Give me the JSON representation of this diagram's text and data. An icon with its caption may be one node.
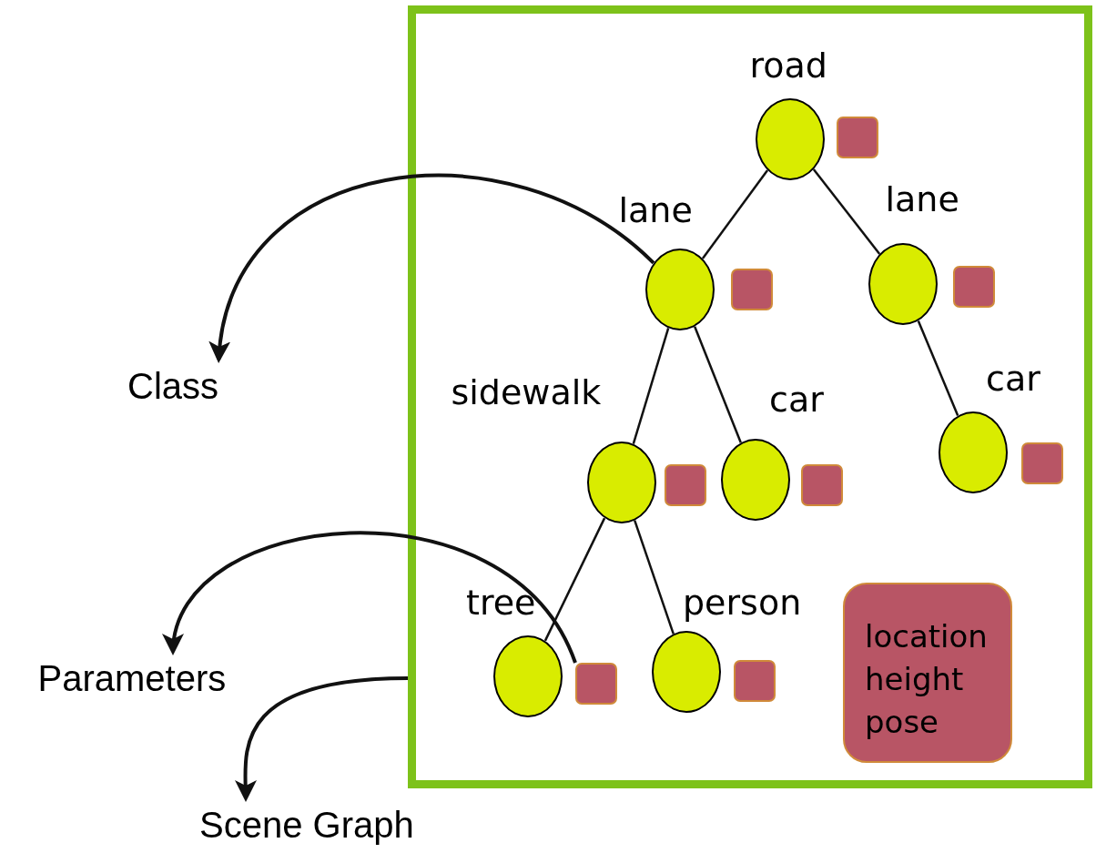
{
  "diagram": {
    "nodes": [
      {
        "text": [],
        "shape": "box"
      },
      {
        "text": [
          "road"
        ],
        "in": 0
      },
      {
        "text": [],
        "shape": "box",
        "in": 0
      },
      {
        "text": [
          "lane"
        ],
        "in": 0
      },
      {
        "text": [],
        "shape": "box",
        "in": 0
      },
      {
        "text": [
          "lane"
        ],
        "in": 0
      },
      {
        "text": [],
        "shape": "box",
        "in": 0
      },
      {
        "text": [
          "sidewalk"
        ],
        "in": 0
      },
      {
        "text": [],
        "shape": "box",
        "in": 0
      },
      {
        "text": [
          "car"
        ],
        "in": 0
      },
      {
        "text": [],
        "shape": "box",
        "in": 0
      },
      {
        "text": [
          "car"
        ],
        "in": 0
      },
      {
        "text": [],
        "shape": "box",
        "in": 0
      },
      {
        "text": [
          "tree"
        ],
        "in": 0
      },
      {
        "text": [],
        "shape": "box",
        "in": 0
      },
      {
        "text": [
          "person"
        ],
        "in": 0
      },
      {
        "text": [],
        "shape": "box",
        "in": 0
      },
      {
        "text": [
          "location height pose"
        ],
        "in": 0
      },
      {
        "text": [
          "Class"
        ]
      },
      {
        "text": [
          "Parameters"
        ]
      },
      {
        "text": [
          "Scene Graph"
        ]
      }
    ],
    "edges": [
      {
        "from": 1,
        "to": 3,
        "arrow": "none"
      },
      {
        "from": 1,
        "to": 5,
        "arrow": "none"
      },
      {
        "from": 3,
        "to": 7,
        "arrow": "none"
      },
      {
        "from": 3,
        "to": 9,
        "arrow": "none"
      },
      {
        "from": 5,
        "to": 11,
        "arrow": "none"
      },
      {
        "from": 7,
        "to": 13,
        "arrow": "none"
      },
      {
        "from": 7,
        "to": 15,
        "arrow": "none"
      },
      {
        "from": 3,
        "to": 18,
        "arrow": "to"
      },
      {
        "from": 14,
        "to": 19,
        "arrow": "to"
      },
      {
        "from": 0,
        "to": 20,
        "arrow": "to"
      }
    ]
  }
}
